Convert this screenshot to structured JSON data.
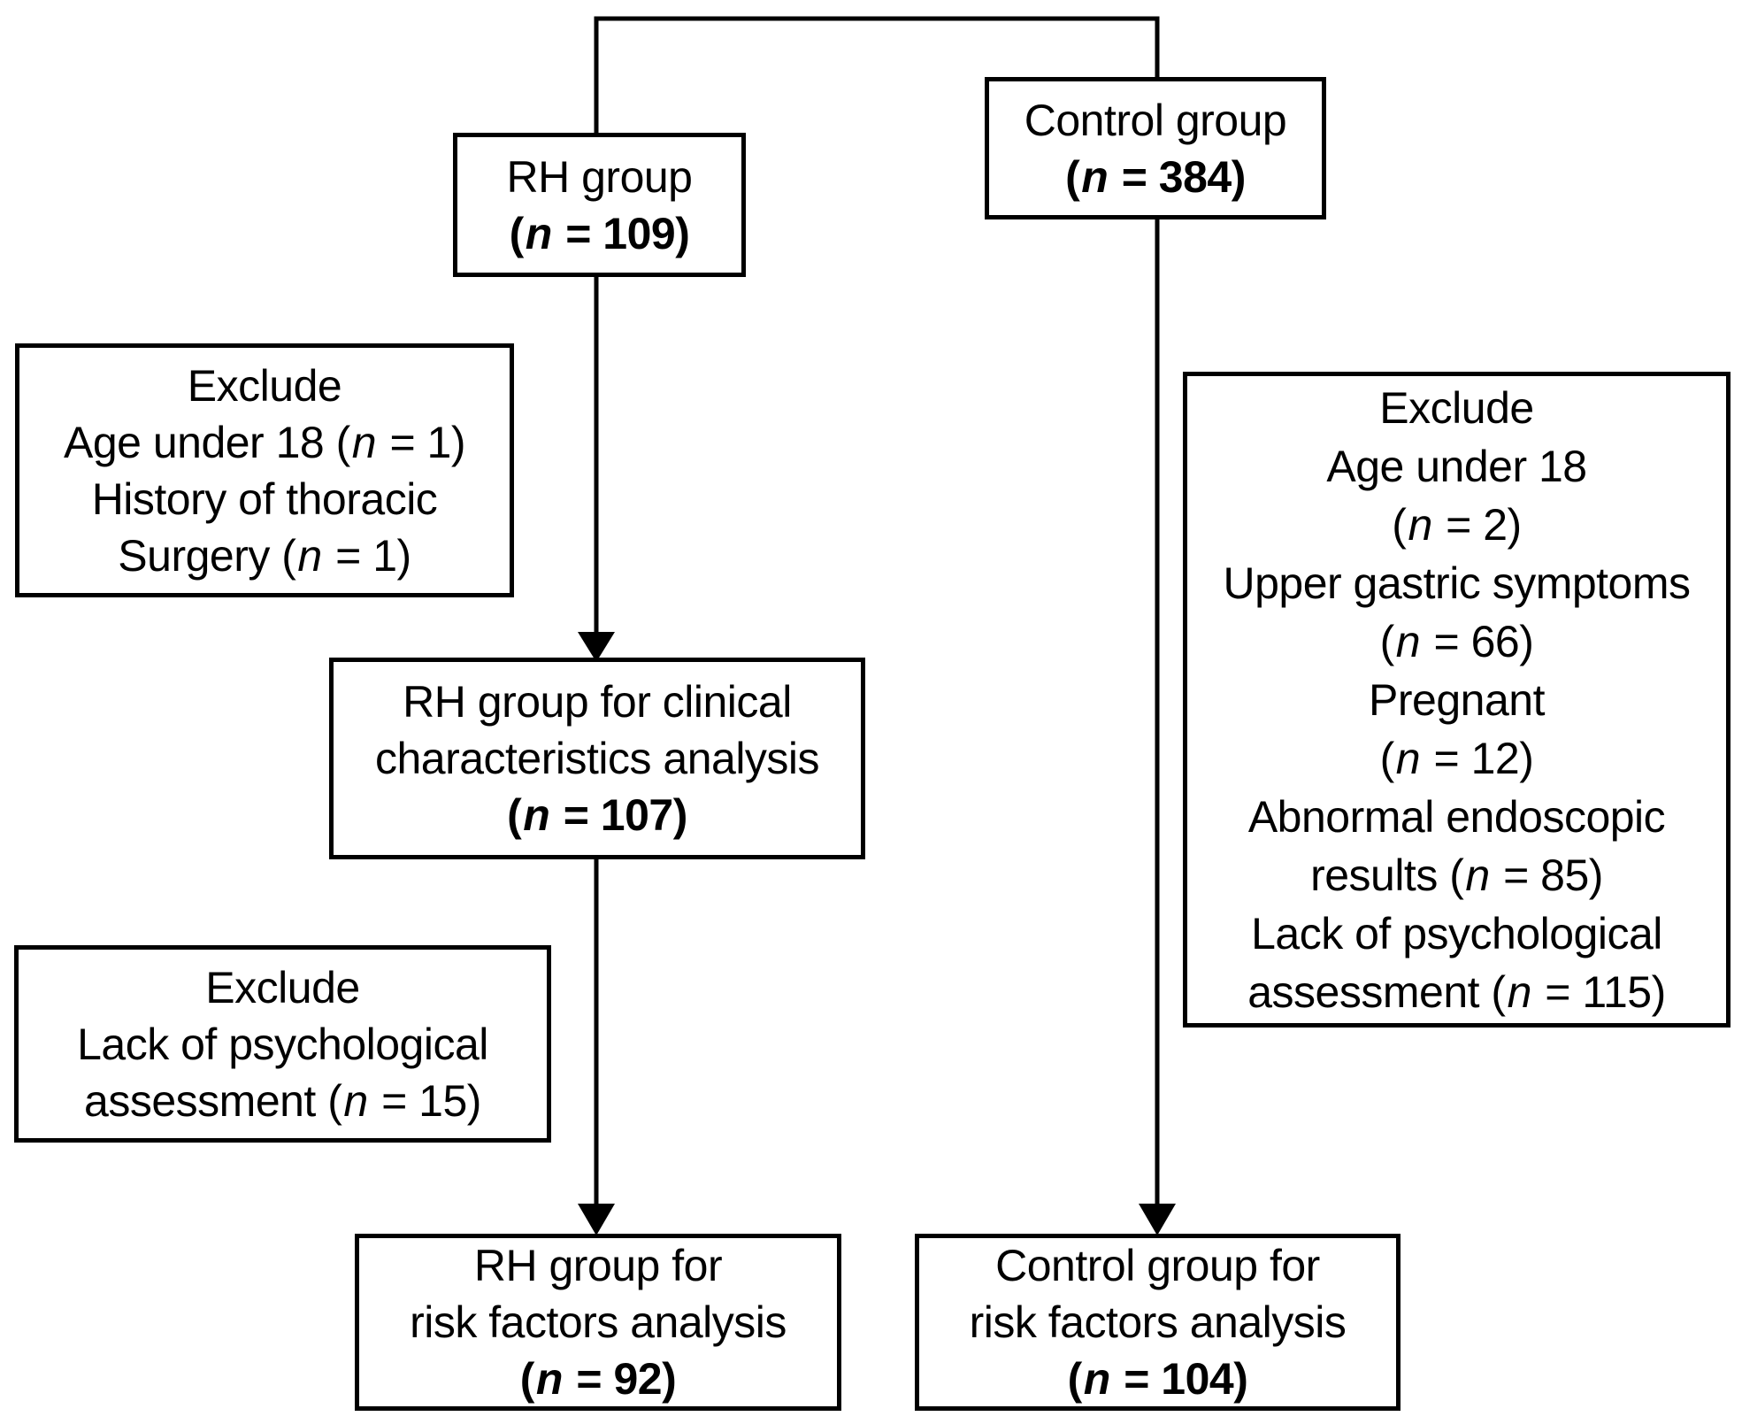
{
  "figure": {
    "type": "study-flow-diagram",
    "background_color": "#ffffff",
    "stroke_color": "#000000"
  },
  "boxes": {
    "rh_group": {
      "lines": [
        {
          "text": "RH group",
          "bold": false
        },
        {
          "text": "(n = 109)",
          "bold": true
        }
      ]
    },
    "control_group": {
      "lines": [
        {
          "text": "Control group",
          "bold": false
        },
        {
          "text": "(n = 384)",
          "bold": true
        }
      ]
    },
    "exclude_rh_initial": {
      "lines": [
        {
          "text": "Exclude",
          "bold": false
        },
        {
          "text": "Age under 18 (n = 1)",
          "bold": false
        },
        {
          "text": "History of thoracic",
          "bold": false
        },
        {
          "text": "Surgery (n = 1)",
          "bold": false
        }
      ]
    },
    "rh_clinical": {
      "lines": [
        {
          "text": "RH group for clinical",
          "bold": false
        },
        {
          "text": "characteristics analysis",
          "bold": false
        },
        {
          "text": "(n = 107)",
          "bold": true
        }
      ]
    },
    "exclude_control": {
      "lines": [
        {
          "text": "Exclude",
          "bold": false
        },
        {
          "text": "Age under 18",
          "bold": false
        },
        {
          "text": "(n = 2)",
          "bold": false
        },
        {
          "text": "Upper gastric symptoms",
          "bold": false
        },
        {
          "text": "(n = 66)",
          "bold": false
        },
        {
          "text": "Pregnant",
          "bold": false
        },
        {
          "text": "(n = 12)",
          "bold": false
        },
        {
          "text": "Abnormal endoscopic",
          "bold": false
        },
        {
          "text": "results (n = 85)",
          "bold": false
        },
        {
          "text": "Lack of psychological",
          "bold": false
        },
        {
          "text": "assessment (n = 115)",
          "bold": false
        }
      ]
    },
    "exclude_rh_risk": {
      "lines": [
        {
          "text": "Exclude",
          "bold": false
        },
        {
          "text": "Lack of psychological",
          "bold": false
        },
        {
          "text": "assessment (n = 15)",
          "bold": false
        }
      ]
    },
    "rh_risk": {
      "lines": [
        {
          "text": "RH group for",
          "bold": false
        },
        {
          "text": "risk factors analysis",
          "bold": false
        },
        {
          "text": "(n = 92)",
          "bold": true
        }
      ]
    },
    "control_risk": {
      "lines": [
        {
          "text": "Control group for",
          "bold": false
        },
        {
          "text": "risk factors analysis",
          "bold": false
        },
        {
          "text": "(n = 104)",
          "bold": true
        }
      ]
    }
  }
}
